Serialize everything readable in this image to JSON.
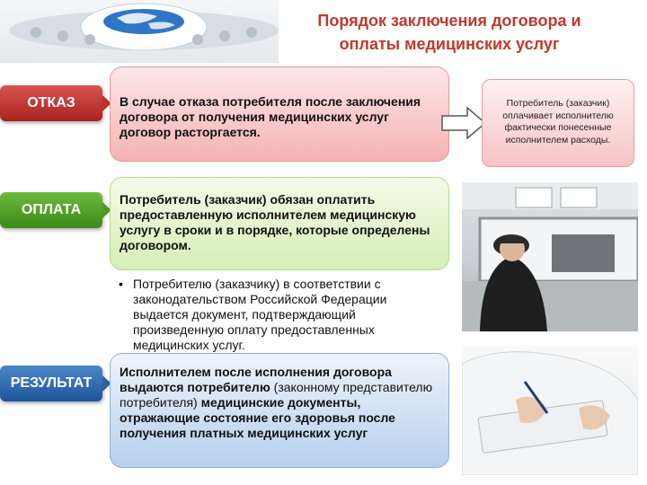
{
  "title": "Порядок заключения договора и оплаты медицинских услуг",
  "labels": {
    "refusal": "ОТКАЗ",
    "payment": "ОПЛАТА",
    "result": "РЕЗУЛЬТАТ"
  },
  "boxes": {
    "refusal": "В случае отказа потребителя после заключения договора от получения медицинских услуг договор расторгается.",
    "payment": "Потребитель (заказчик) обязан оплатить предоставленную исполнителем медицинскую услугу в сроки и в порядке, которые определены договором.",
    "result_bold_1": "Исполнителем после исполнения договора выдаются потребителю ",
    "result_normal": "(законному представителю потребителя)",
    "result_bold_2": " медицинские документы, отражающие состояние его здоровья после получения платных медицинских услуг"
  },
  "bullet": "Потребителю (заказчику) в соответствии с законодательством Российской Федерации выдается документ, подтверждающий произведенную оплату предоставленных медицинских услуг.",
  "note": "Потребитель (заказчик) оплачивает исполнителю фактически понесенные исполнителем расходы.",
  "colors": {
    "title": "#c0392b",
    "refusal": "#c9302c",
    "payment": "#4a9a25",
    "result": "#2c63a6"
  }
}
